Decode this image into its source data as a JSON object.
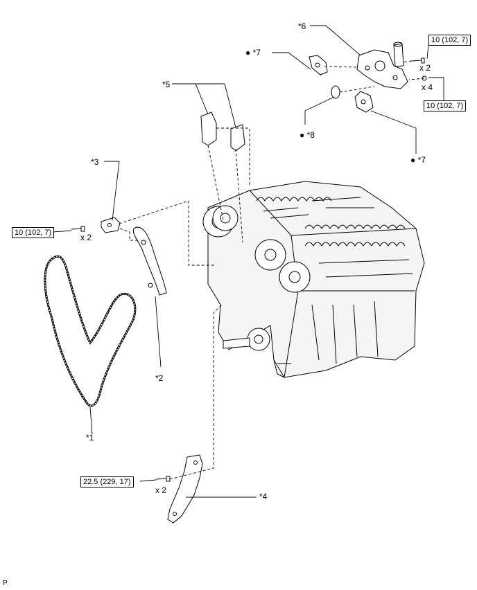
{
  "callouts": {
    "c1": "*1",
    "c2": "*2",
    "c3": "*3",
    "c4": "*4",
    "c5": "*5",
    "c6": "*6",
    "c7a": "*7",
    "c7b": "*7",
    "c8": "*8"
  },
  "torque": {
    "t1": "10 (102, 7)",
    "t2": "10 (102, 7)",
    "t3": "10 (102, 7)",
    "t4": "22.5 (229, 17)"
  },
  "qty": {
    "q1": "x 2",
    "q2": "x 4",
    "q3": "x 2",
    "q4": "x 2"
  },
  "bullet": "●",
  "corner_mark": "P"
}
